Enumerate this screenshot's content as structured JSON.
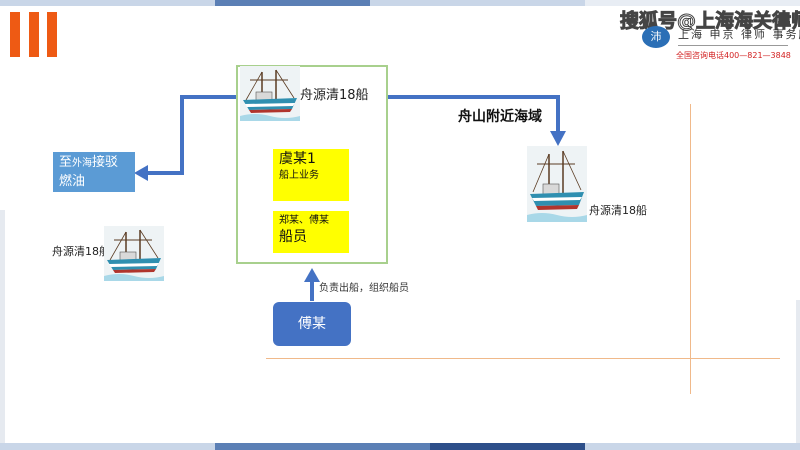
{
  "header": {
    "watermark": "搜狐号@上海海关律师",
    "firm_badge": "沛",
    "firm_name": "上海 申京 律师 事务所",
    "hotline": "全国咨询电话400—821—3848"
  },
  "diagram": {
    "main_ship_label": "舟源清18船",
    "crew_boss_title": "虞某1",
    "crew_boss_sub": "船上业务",
    "crew_names": "郑某、傅某",
    "crew_role": "船员",
    "destination_prefix": "至",
    "destination_small": "外海",
    "destination_rest": "接驳",
    "destination_line2": "燃油",
    "sea_area": "舟山附近海域",
    "right_ship_label": "舟源清18船",
    "left_ship_label": "舟源清18船",
    "organizer": "傅某",
    "organizer_role": "负责出船，组织船员"
  },
  "colors": {
    "arrow_blue": "#4472c4",
    "highlight_yellow": "#ffff00",
    "box_border_green": "#a8d08d",
    "dest_box_blue": "#5b9bd5",
    "logo_orange": "#ee5a14",
    "guide_line_orange": "#f0b98a"
  }
}
